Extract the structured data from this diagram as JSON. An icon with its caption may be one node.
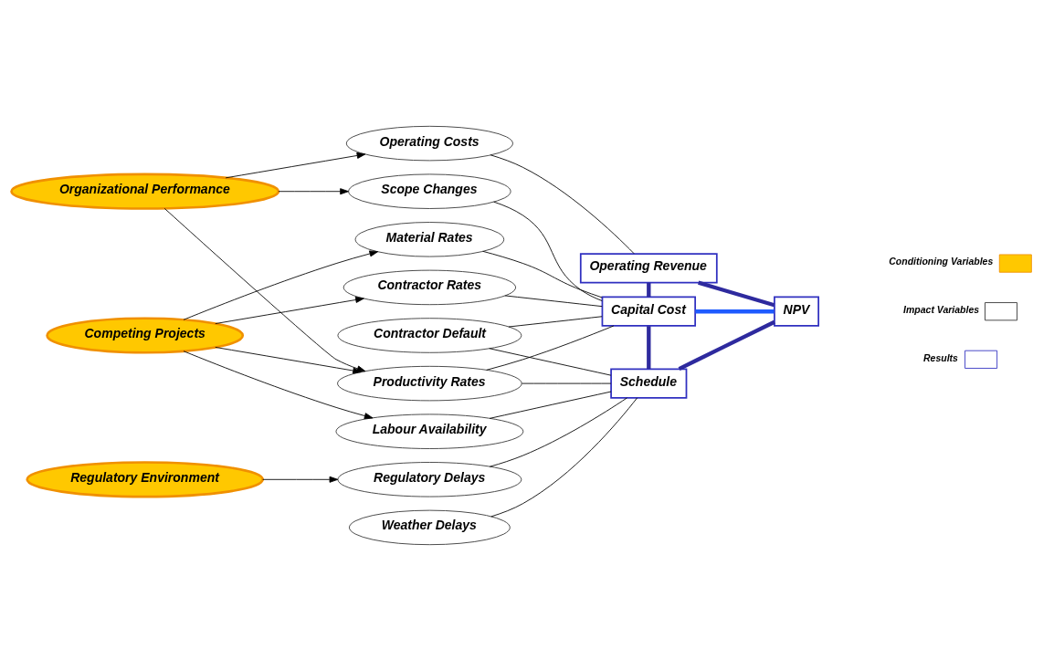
{
  "diagram": {
    "nodes": [
      {
        "text": [
          "Organizational Performance"
        ]
      },
      {
        "text": [
          "Competing Projects"
        ]
      },
      {
        "text": [
          "Regulatory Environment"
        ]
      },
      {
        "text": [
          "Operating Costs"
        ]
      },
      {
        "text": [
          "Scope Changes"
        ]
      },
      {
        "text": [
          "Contractor Rates"
        ]
      },
      {
        "text": [
          "Material Rates"
        ]
      },
      {
        "text": [
          "Productivity Rates"
        ]
      },
      {
        "text": [
          "Labour Availability"
        ]
      },
      {
        "text": [
          "Regulatory Delays"
        ]
      },
      {
        "text": [
          "Weather Delays"
        ]
      },
      {
        "text": [
          "Contractor Default"
        ]
      },
      {
        "text": [
          "Operating Revenue"
        ]
      },
      {
        "text": [
          "Capital Cost"
        ]
      },
      {
        "text": [
          "NPV"
        ]
      },
      {
        "text": [
          "Schedule"
        ]
      }
    ],
    "edges": [
      {
        "from": 0,
        "to": 3,
        "arrow": "to"
      },
      {
        "from": 0,
        "to": 4,
        "arrow": "to"
      },
      {
        "from": 0,
        "to": 7,
        "arrow": "to"
      },
      {
        "from": 1,
        "to": 5,
        "arrow": "to"
      },
      {
        "from": 1,
        "to": 6,
        "arrow": "to"
      },
      {
        "from": 1,
        "to": 7,
        "arrow": "to"
      },
      {
        "from": 1,
        "to": 8,
        "arrow": "to"
      },
      {
        "from": 2,
        "to": 9,
        "arrow": "to"
      },
      {
        "from": 3,
        "to": 12,
        "arrow": "none"
      },
      {
        "from": 4,
        "to": 13,
        "arrow": "none"
      },
      {
        "from": 5,
        "to": 13,
        "arrow": "none"
      },
      {
        "from": 6,
        "to": 13,
        "arrow": "none"
      },
      {
        "from": 7,
        "to": 13,
        "arrow": "none"
      },
      {
        "from": 7,
        "to": 15,
        "arrow": "none"
      },
      {
        "from": 8,
        "to": 15,
        "arrow": "none"
      },
      {
        "from": 11,
        "to": 13,
        "arrow": "none"
      },
      {
        "from": 11,
        "to": 15,
        "arrow": "none"
      },
      {
        "from": 9,
        "to": 15,
        "arrow": "none"
      },
      {
        "from": 10,
        "to": 15,
        "arrow": "none"
      },
      {
        "from": 12,
        "to": 13,
        "arrow": "none",
        "style": "thick",
        "color": "#2e2a9e"
      },
      {
        "from": 12,
        "to": 14,
        "arrow": "none",
        "style": "thick",
        "color": "#2e2a9e"
      },
      {
        "from": 13,
        "to": 14,
        "arrow": "none",
        "style": "thick",
        "color": "#1f5bff"
      },
      {
        "from": 13,
        "to": 15,
        "arrow": "none",
        "style": "thick",
        "color": "#2e2a9e"
      },
      {
        "from": 15,
        "to": 14,
        "arrow": "none",
        "style": "thick",
        "color": "#2e2a9e"
      }
    ],
    "legend": [
      {
        "text": "Conditioning Variables",
        "color": "#ffc800"
      },
      {
        "text": "Impact Variables",
        "color": "#ffffff"
      },
      {
        "text": "Results",
        "color": "#ffffff"
      }
    ]
  }
}
